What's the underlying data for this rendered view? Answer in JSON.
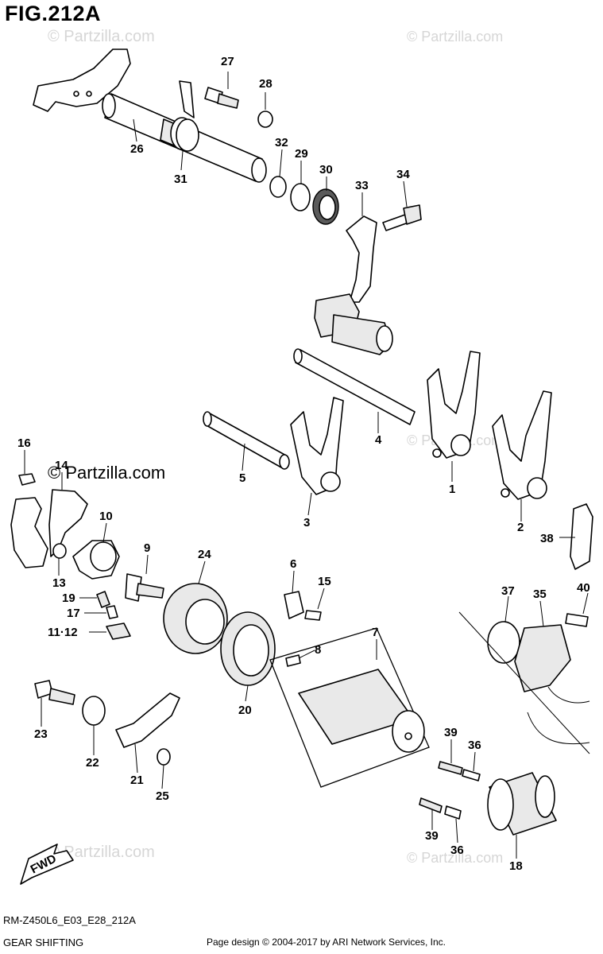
{
  "figure": {
    "title": "FIG.212A"
  },
  "watermarks": [
    {
      "text": "© Partzilla.com",
      "style": "faint"
    },
    {
      "text": "© Partzilla.com",
      "style": "faint"
    },
    {
      "text": "© Partzilla.com",
      "style": "strong"
    },
    {
      "text": "© Partzilla.com",
      "style": "faint"
    },
    {
      "text": "© Partzilla.com",
      "style": "faint"
    },
    {
      "text": "© Partzilla.com",
      "style": "faint"
    }
  ],
  "callouts": [
    "27",
    "28",
    "26",
    "31",
    "32",
    "29",
    "30",
    "34",
    "33",
    "4",
    "5",
    "1",
    "3",
    "2",
    "16",
    "14",
    "10",
    "9",
    "24",
    "6",
    "15",
    "13",
    "19",
    "17",
    "11·12",
    "7",
    "8",
    "37",
    "35",
    "40",
    "38",
    "20",
    "23",
    "22",
    "21",
    "25",
    "39",
    "36",
    "39",
    "36",
    "18"
  ],
  "fwd_label": "FWD",
  "footer": {
    "model_code": "RM-Z450L6_E03_E28_212A",
    "section": "GEAR SHIFTING",
    "copyright": "Page design © 2004-2017 by ARI Network Services, Inc."
  }
}
